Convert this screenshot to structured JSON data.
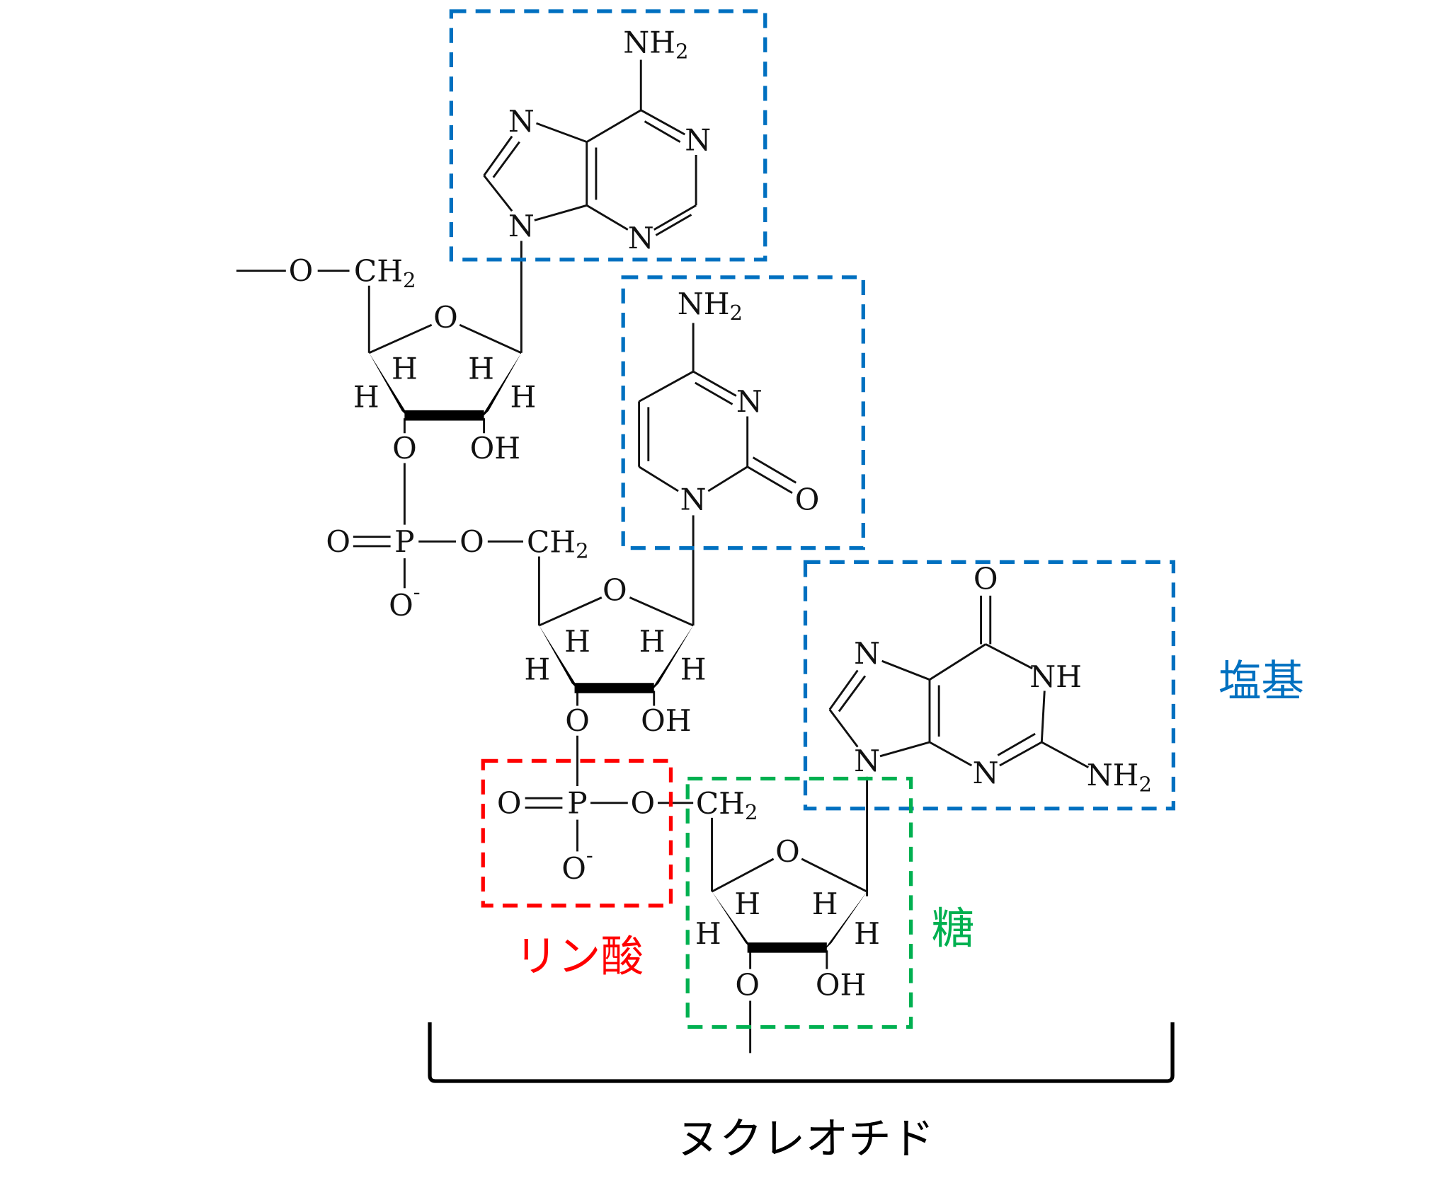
{
  "atoms": {
    "N": "N",
    "O": "O",
    "H": "H",
    "OH": "OH",
    "P": "P",
    "NH": "NH",
    "CH": "CH",
    "sub2": "2",
    "minus": "-",
    "dash_O": "O"
  },
  "labels": {
    "base": "塩基",
    "sugar": "糖",
    "phosphate": "リン酸",
    "nucleotide": "ヌクレオチド"
  },
  "colors": {
    "base": "#0070c0",
    "sugar": "#00b050",
    "phosphate": "#ff0000"
  }
}
